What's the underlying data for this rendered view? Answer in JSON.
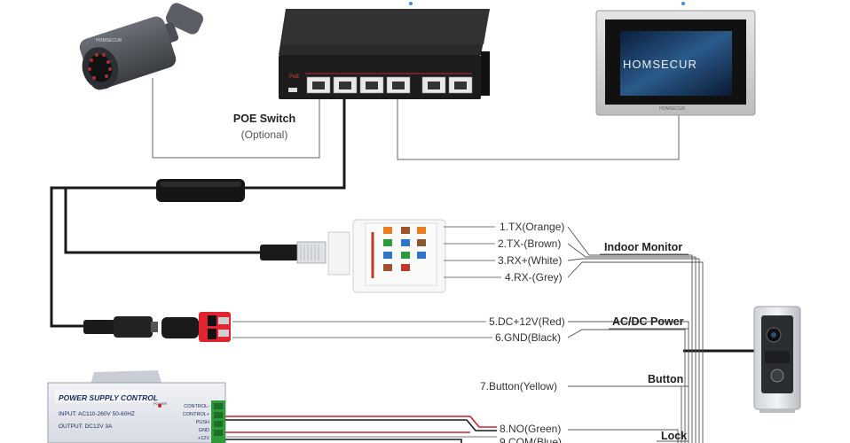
{
  "switch": {
    "title": "POE Switch",
    "subtitle": "(Optional)",
    "logo": "PoE"
  },
  "monitor": {
    "screen_brand": "HOMSECUR",
    "bezel_brand": "HOMSECUR"
  },
  "camera": {
    "brand": "HOMSECUR"
  },
  "connections": {
    "tx_pos": "1.TX(Orange)",
    "tx_neg": "2.TX-(Brown)",
    "rx_pos": "3.RX+(White)",
    "rx_neg": "4.RX-(Grey)",
    "dc_pos": "5.DC+12V(Red)",
    "gnd": "6.GND(Black)",
    "button": "7.Button(Yellow)",
    "no": "8.NO(Green)",
    "com": "9.COM(Blue)"
  },
  "groups": {
    "indoor_monitor": "Indoor Monitor",
    "power": "AC/DC Power",
    "button": "Button",
    "lock": "Lock"
  },
  "psu": {
    "title": "POWER SUPPLY CONTROL",
    "input": "INPUT: AC110-260V 50-60HZ",
    "output": "OUTPUT: DC12V 3A",
    "power_led": "POWER",
    "terminals": [
      "CONTROL-",
      "CONTROL+",
      "PUSH",
      "GND",
      "+12V"
    ]
  },
  "colors": {
    "red_wire": "#d0202a",
    "black_wire": "#1a1a1a",
    "gray_wire": "#555555",
    "switch_body": "#1c1c1c",
    "psu_blue": "#1b2a5c",
    "terminal_green": "#2e9b3a"
  }
}
